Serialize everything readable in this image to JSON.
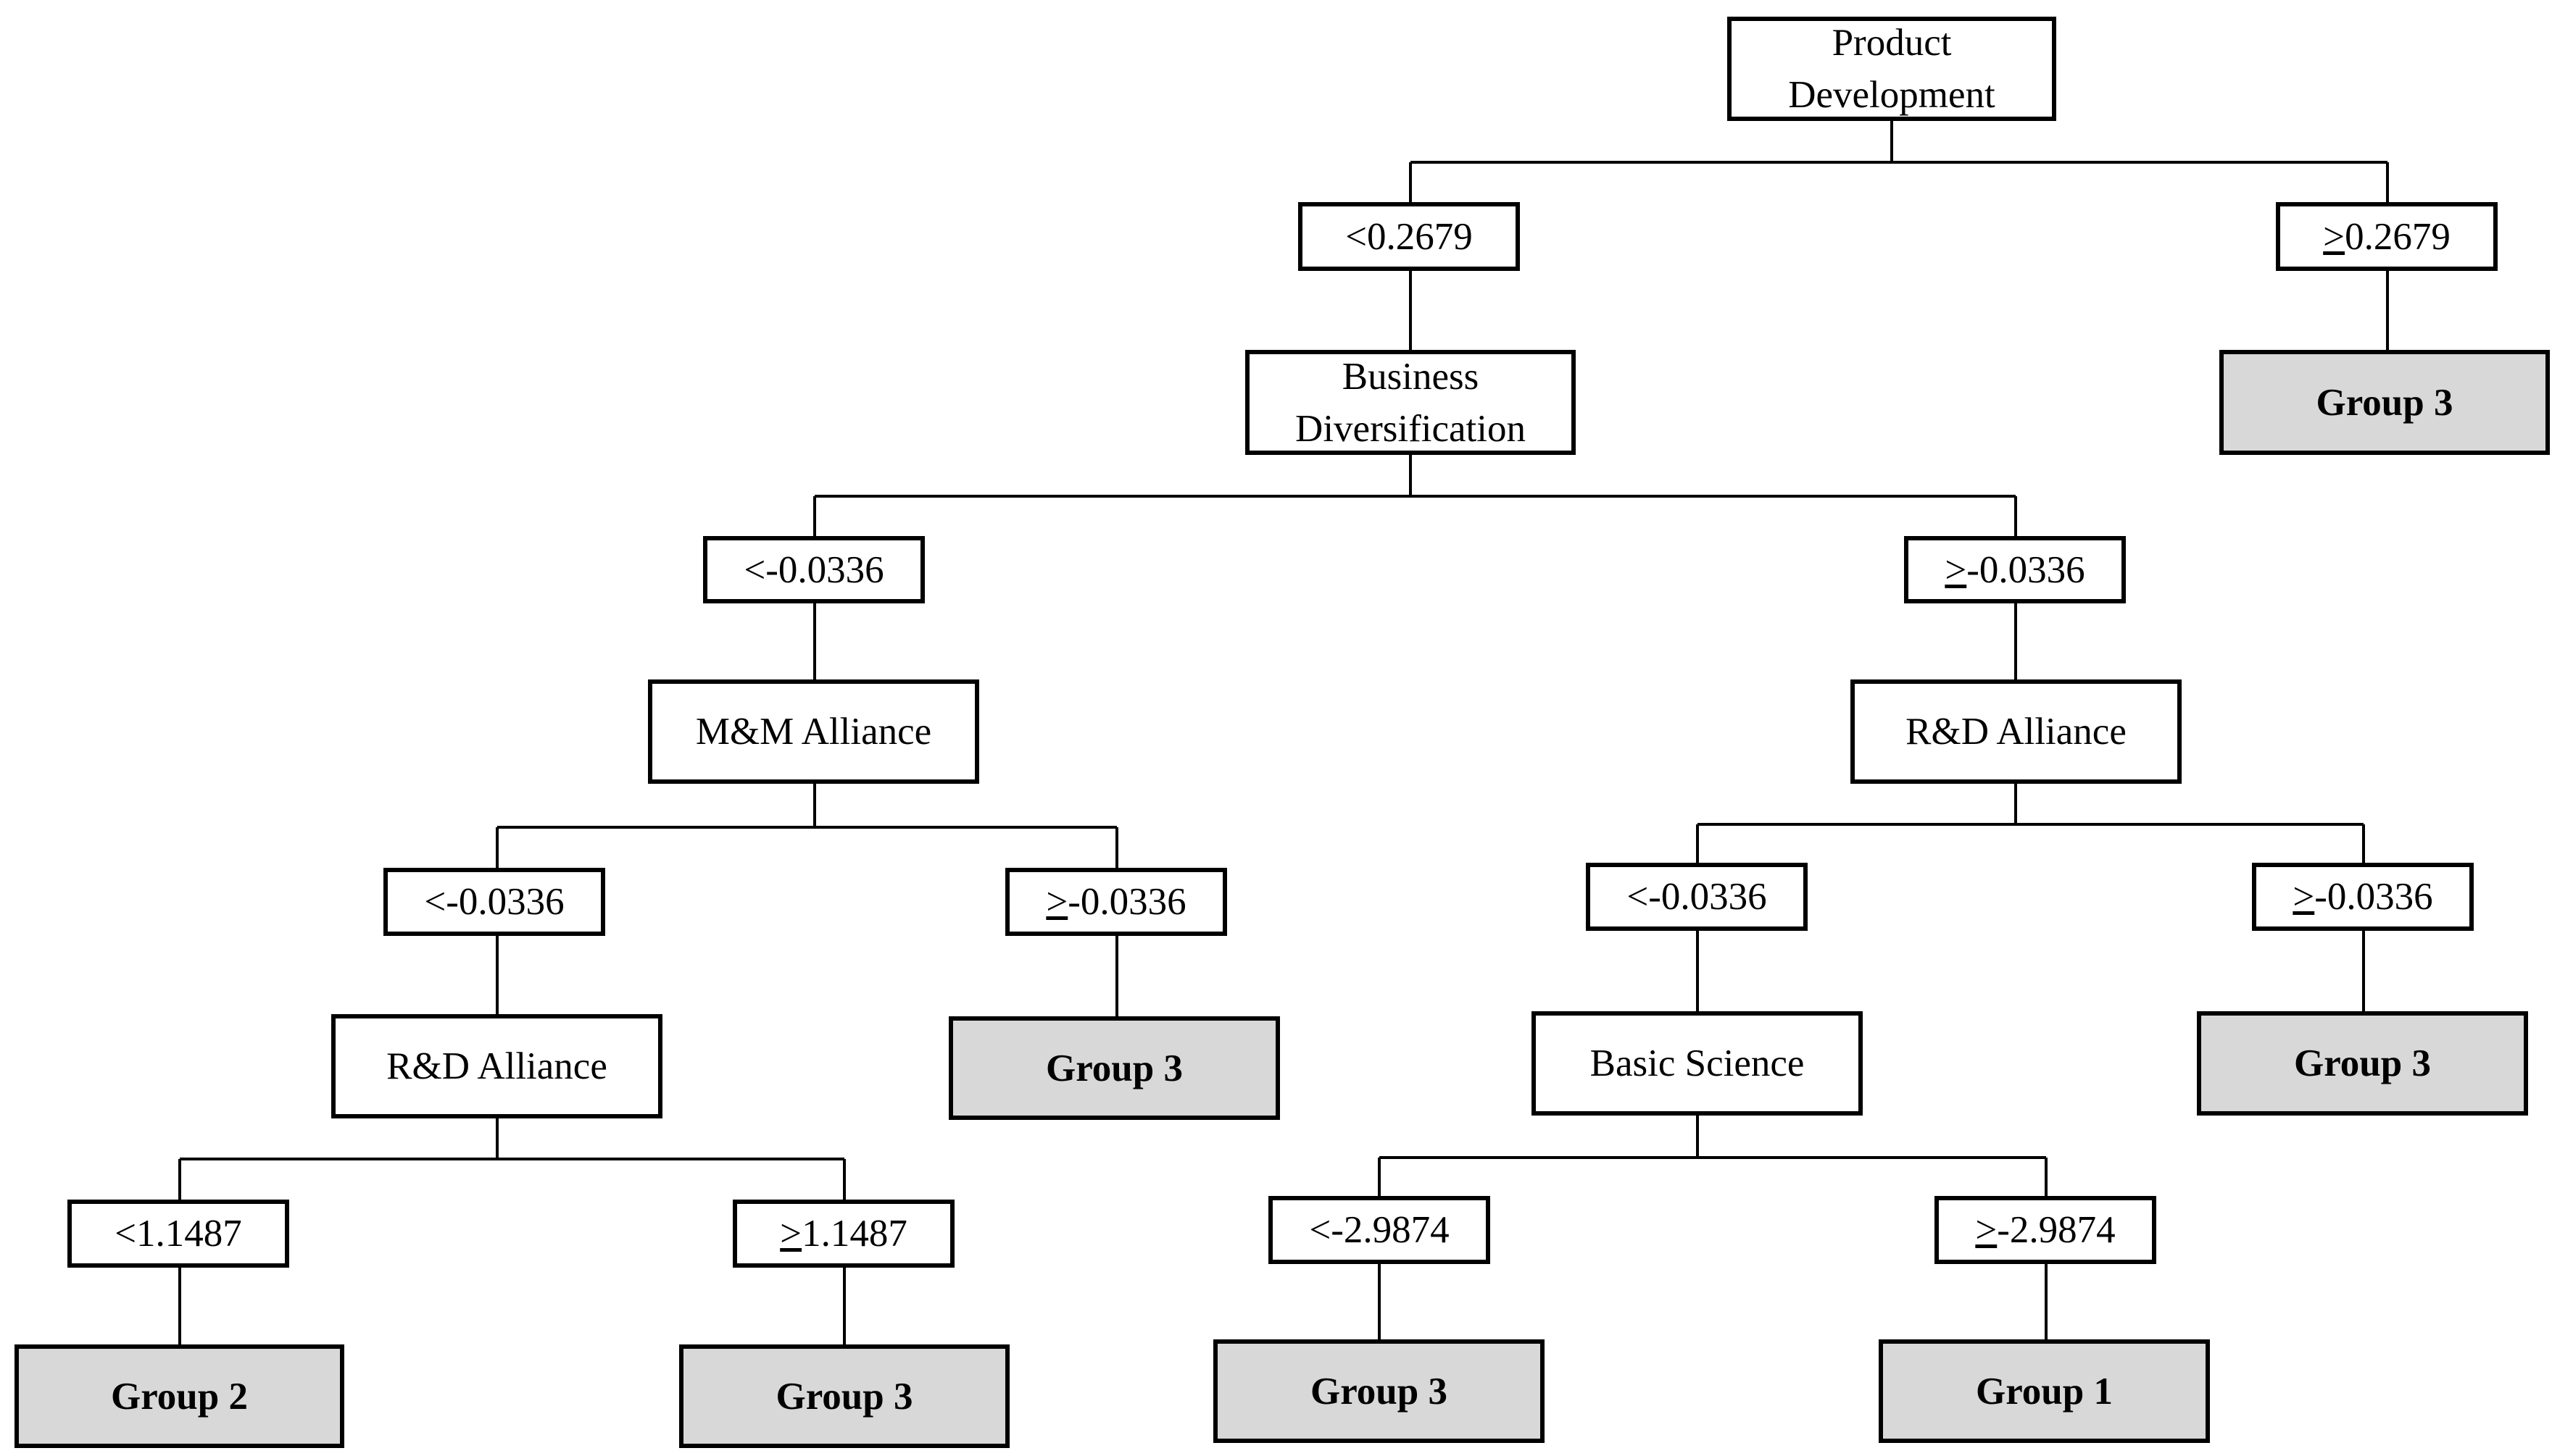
{
  "tree": {
    "root": {
      "label": "Product\nDevelopment"
    },
    "branch_root_lt": {
      "label": "<0.2679"
    },
    "branch_root_ge": {
      "sym": ">",
      "rest": "0.2679"
    },
    "leaf_a": {
      "label": "Group 3"
    },
    "node_bd": {
      "label": "Business\nDiversification"
    },
    "branch_bd_lt": {
      "label": "<-0.0336"
    },
    "branch_bd_ge": {
      "sym": ">",
      "rest": "-0.0336"
    },
    "node_mm": {
      "label": "M&M Alliance"
    },
    "node_rd_right": {
      "label": "R&D Alliance"
    },
    "branch_mm_lt": {
      "label": "<-0.0336"
    },
    "branch_mm_ge": {
      "sym": ">",
      "rest": "-0.0336"
    },
    "leaf_b": {
      "label": "Group 3"
    },
    "node_rd_left": {
      "label": "R&D Alliance"
    },
    "branch_rdl_lt": {
      "label": "<1.1487"
    },
    "branch_rdl_ge": {
      "sym": ">",
      "rest": "1.1487"
    },
    "leaf_c": {
      "label": "Group 2"
    },
    "leaf_d": {
      "label": "Group 3"
    },
    "branch_rdr_lt": {
      "label": "<-0.0336"
    },
    "branch_rdr_ge": {
      "sym": ">",
      "rest": "-0.0336"
    },
    "leaf_e": {
      "label": "Group 3"
    },
    "node_bs": {
      "label": "Basic Science"
    },
    "branch_bs_lt": {
      "label": "<-2.9874"
    },
    "branch_bs_ge": {
      "sym": ">",
      "rest": "-2.9874"
    },
    "leaf_f": {
      "label": "Group 3"
    },
    "leaf_g": {
      "label": "Group 1"
    }
  },
  "colors": {
    "line": "#000000",
    "leaf_fill": "#d8d8d8",
    "box_fill": "#ffffff"
  }
}
